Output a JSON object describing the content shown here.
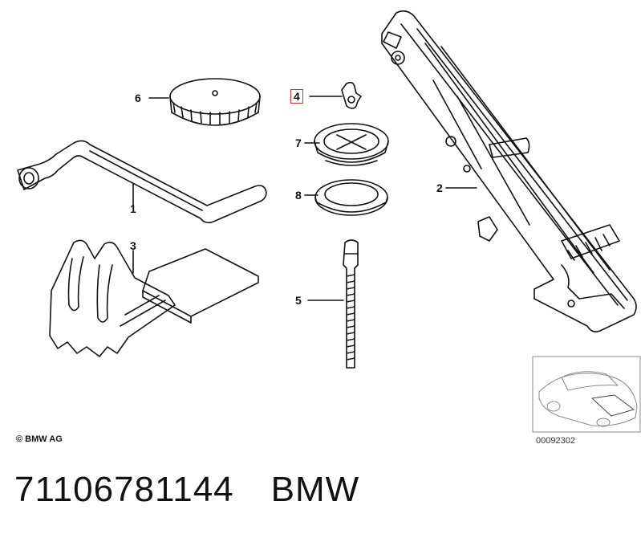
{
  "callouts": {
    "item1": "1",
    "item2": "2",
    "item3": "3",
    "item4": "4",
    "item5": "5",
    "item6": "6",
    "item7": "7",
    "item8": "8"
  },
  "highlighted_callout": "4",
  "highlight_color": "#d32f2f",
  "copyright": "© BMW AG",
  "reference_number": "00092302",
  "caption": {
    "part_number": "71106781144",
    "brand": "BMW"
  }
}
